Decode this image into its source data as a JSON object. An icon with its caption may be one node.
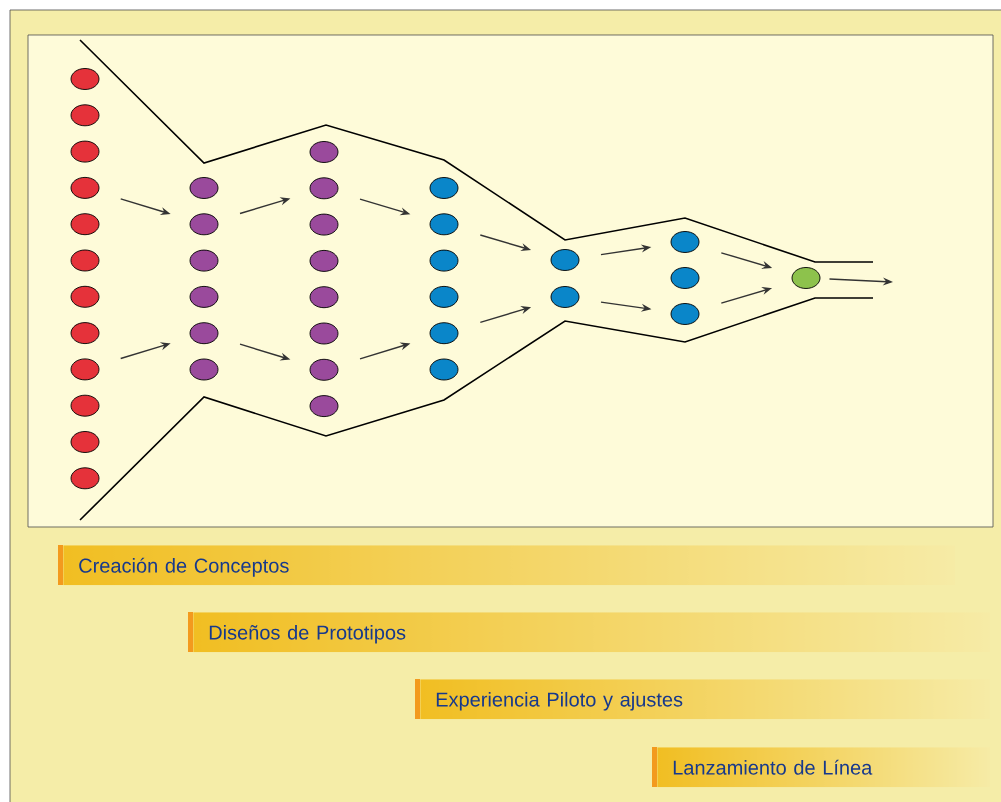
{
  "diagram": {
    "nodes": [
      {
        "text": [],
        "shape": "circle"
      },
      {
        "text": [],
        "shape": "circle"
      },
      {
        "text": [],
        "shape": "circle"
      },
      {
        "text": [],
        "shape": "circle"
      },
      {
        "text": [],
        "shape": "circle"
      },
      {
        "text": [],
        "shape": "circle"
      },
      {
        "text": [],
        "shape": "circle"
      },
      {
        "text": [],
        "shape": "circle"
      },
      {
        "text": [],
        "shape": "circle"
      },
      {
        "text": [],
        "shape": "circle"
      },
      {
        "text": [],
        "shape": "circle"
      },
      {
        "text": [],
        "shape": "circle"
      },
      {
        "text": [],
        "shape": "circle"
      },
      {
        "text": [],
        "shape": "circle"
      },
      {
        "text": [],
        "shape": "circle"
      },
      {
        "text": [],
        "shape": "circle"
      },
      {
        "text": [],
        "shape": "circle"
      },
      {
        "text": [],
        "shape": "circle"
      },
      {
        "text": [],
        "shape": "circle"
      },
      {
        "text": [],
        "shape": "circle"
      },
      {
        "text": [],
        "shape": "circle"
      },
      {
        "text": [],
        "shape": "circle"
      },
      {
        "text": [],
        "shape": "circle"
      },
      {
        "text": [],
        "shape": "circle"
      },
      {
        "text": [],
        "shape": "circle"
      },
      {
        "text": [],
        "shape": "circle"
      },
      {
        "text": [],
        "shape": "circle"
      },
      {
        "text": [],
        "shape": "circle"
      },
      {
        "text": [],
        "shape": "circle"
      },
      {
        "text": [],
        "shape": "circle"
      },
      {
        "text": [],
        "shape": "circle"
      },
      {
        "text": [],
        "shape": "circle"
      },
      {
        "text": [],
        "shape": "circle"
      },
      {
        "text": [],
        "shape": "circle"
      },
      {
        "text": [],
        "shape": "circle"
      },
      {
        "text": [],
        "shape": "circle"
      },
      {
        "text": [],
        "shape": "circle"
      },
      {
        "text": [],
        "shape": "circle"
      },
      {
        "text": [
          "Creación de Conceptos"
        ]
      },
      {
        "text": [
          "Diseños de Prototipos"
        ]
      },
      {
        "text": [
          "Experiencia Piloto y ajustes"
        ]
      },
      {
        "text": [
          "Lanzamiento de Línea"
        ]
      }
    ],
    "edges": [
      {
        "from": 3,
        "to": 13,
        "arrow": "to"
      },
      {
        "from": 8,
        "to": 16,
        "arrow": "to"
      },
      {
        "from": 13,
        "to": 19,
        "arrow": "to"
      },
      {
        "from": 16,
        "to": 24,
        "arrow": "to"
      },
      {
        "from": 19,
        "to": 27,
        "arrow": "to"
      },
      {
        "from": 24,
        "to": 30,
        "arrow": "to"
      },
      {
        "from": 27,
        "to": 32,
        "arrow": "to"
      },
      {
        "from": 30,
        "to": 33,
        "arrow": "to"
      },
      {
        "from": 32,
        "to": 34,
        "arrow": "to"
      },
      {
        "from": 33,
        "to": 36,
        "arrow": "to"
      },
      {
        "from": 34,
        "to": 37,
        "arrow": "to"
      },
      {
        "from": 36,
        "to": 37,
        "arrow": "to"
      },
      {
        "from": 37,
        "to": null,
        "arrow": "to"
      }
    ]
  }
}
